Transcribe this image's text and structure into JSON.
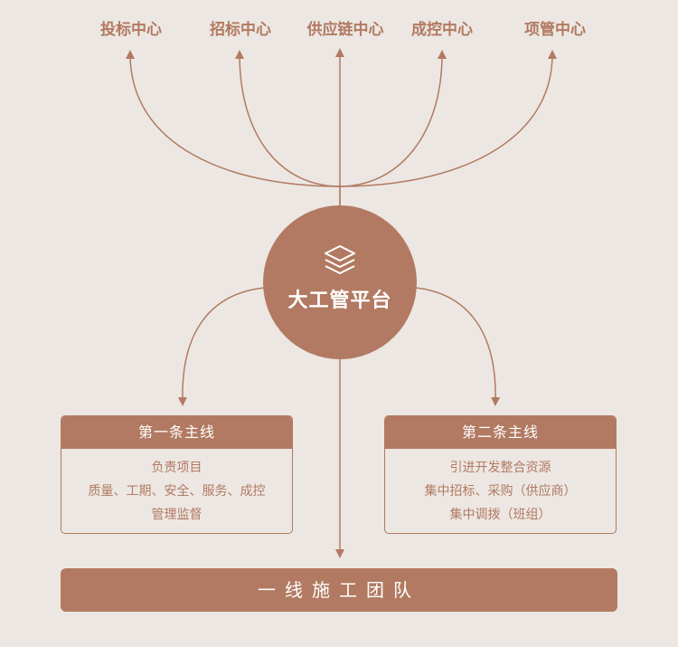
{
  "top_centers": [
    {
      "label": "投标中心"
    },
    {
      "label": "招标中心"
    },
    {
      "label": "供应链中心"
    },
    {
      "label": "成控中心"
    },
    {
      "label": "项管中心"
    }
  ],
  "hub": {
    "title": "大工管平台",
    "icon": "layers-icon"
  },
  "first_line": {
    "header": "第一条主线",
    "lines": [
      "负责项目",
      "质量、工期、安全、服务、成控",
      "管理监督"
    ]
  },
  "second_line": {
    "header": "第二条主线",
    "lines": [
      "引进开发整合资源",
      "集中招标、采购（供应商）",
      "集中调拨（班组）"
    ]
  },
  "bottom": {
    "label": "一线施工团队"
  },
  "colors": {
    "accent": "#b27a62",
    "background": "#ece7e2"
  }
}
